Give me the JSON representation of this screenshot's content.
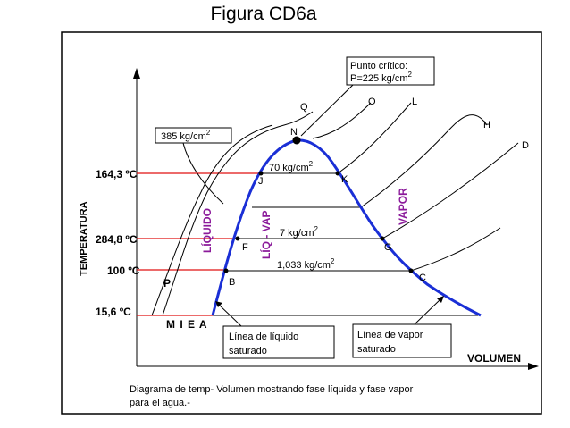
{
  "figure": {
    "title": "Figura CD6a",
    "caption_line1": "Diagrama de temp- Volumen mostrando fase líquida y fase vapor",
    "caption_line2": "para el agua.-"
  },
  "axes": {
    "y_label": "TEMPERATURA",
    "x_label": "VOLUMEN",
    "y_ticks": [
      "164,3 ºC",
      "284,8 ºC",
      "100 ºC",
      "15,6 ºC"
    ]
  },
  "critical_point": {
    "line1": "Punto crítico:",
    "line2": "P=225 kg/cm",
    "sup": "2"
  },
  "isobars": {
    "p385": {
      "base": "385 kg/cm",
      "sup": "2"
    },
    "p70": {
      "base": "70 kg/cm",
      "sup": "2"
    },
    "p7": {
      "base": "7 kg/cm",
      "sup": "2"
    },
    "p1033": {
      "base": "1,033 kg/cm",
      "sup": "2"
    }
  },
  "regions": {
    "liquid": "LÍQUIDO",
    "mixture": "LÍQ - VAP",
    "vapor": "VAPOR"
  },
  "point_labels": [
    "N",
    "Q",
    "O",
    "L",
    "H",
    "D",
    "J",
    "K",
    "F",
    "G",
    "B",
    "C",
    "P"
  ],
  "bottom_labels": "M I E A",
  "callouts": {
    "liquid_line1": "Línea de líquido",
    "liquid_line2": "saturado",
    "vapor_line1": "Línea de vapor",
    "vapor_line2": "saturado"
  },
  "colors": {
    "saturation_curve": "#1a2fd6",
    "isotherm_marker": "#e01010",
    "region_label": "#8b1a9a",
    "ink": "#000000"
  }
}
